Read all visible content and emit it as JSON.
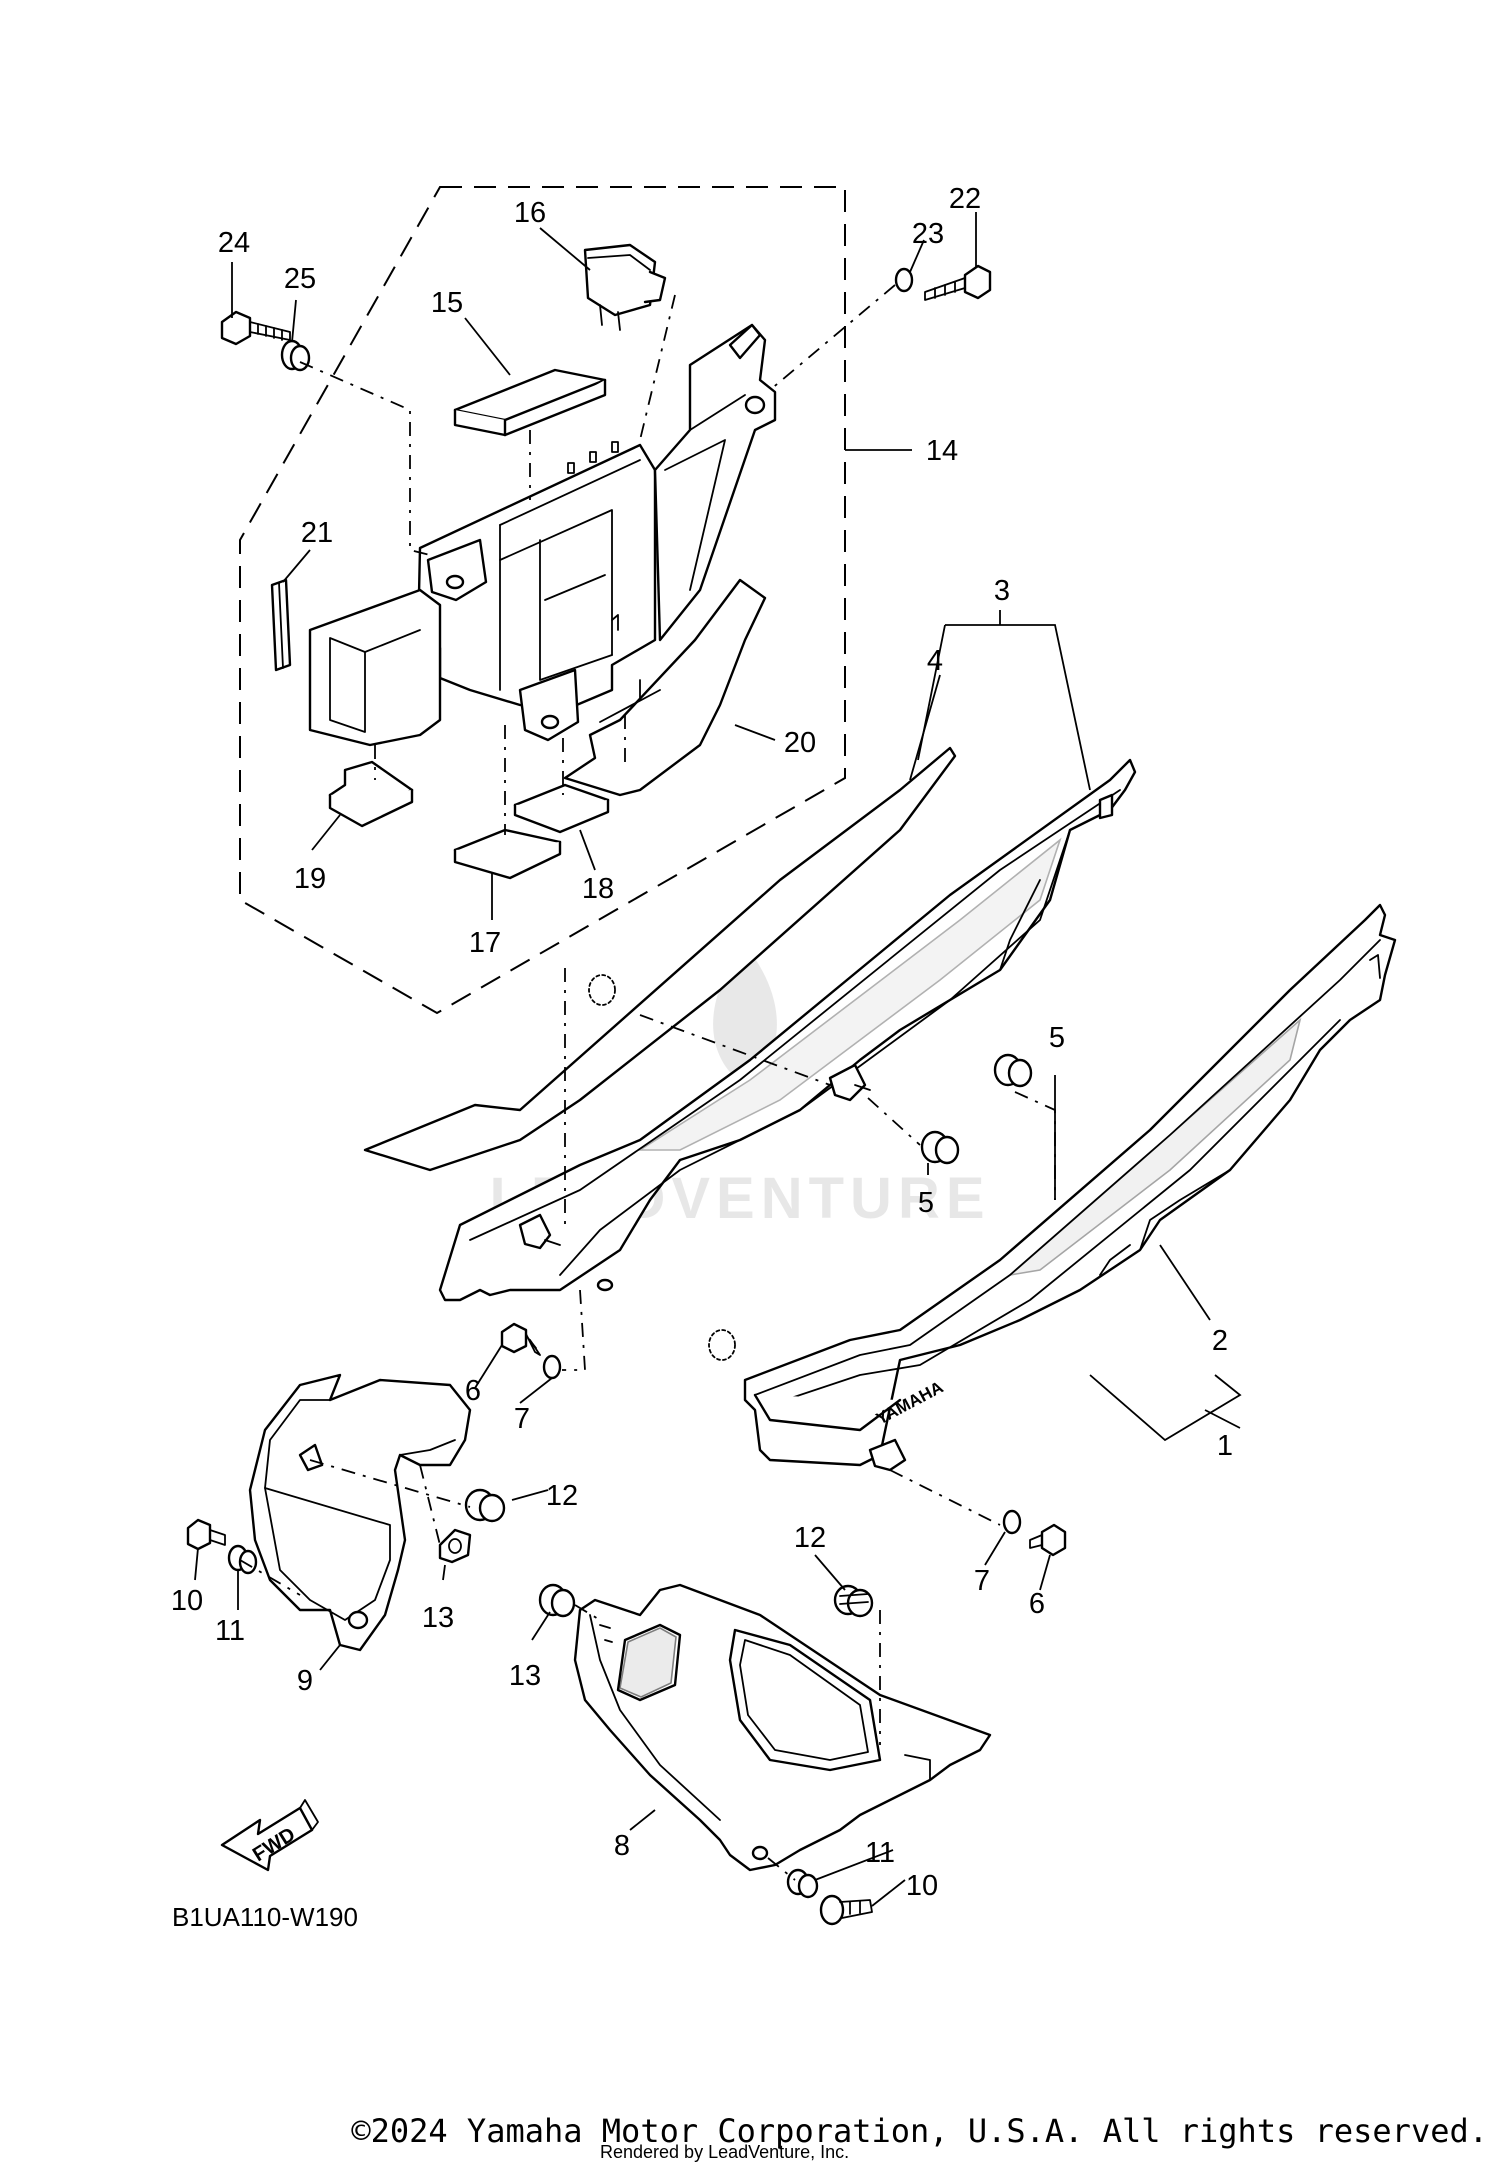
{
  "diagram": {
    "code": "B1UA110-W190",
    "fwd_label": "FWD",
    "brand_mark": "YAMAHA",
    "watermark": "LEADVENTURE",
    "callouts": [
      "1",
      "2",
      "3",
      "4",
      "5",
      "5",
      "6",
      "6",
      "7",
      "7",
      "8",
      "9",
      "10",
      "10",
      "11",
      "11",
      "12",
      "12",
      "13",
      "13",
      "14",
      "15",
      "16",
      "17",
      "18",
      "19",
      "20",
      "21",
      "22",
      "23",
      "24",
      "25"
    ]
  },
  "footer": {
    "copyright": "©2024 Yamaha Motor Corporation, U.S.A. All rights reserved.",
    "rendered_by": "Rendered by LeadVenture, Inc."
  }
}
